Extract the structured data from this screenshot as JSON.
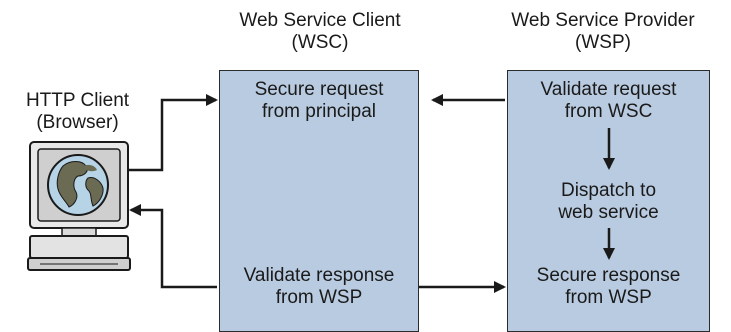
{
  "nodes": {
    "http_client": {
      "title": "HTTP Client\n(Browser)"
    },
    "wsc": {
      "title": "Web Service Client\n(WSC)",
      "step_top": "Secure request\nfrom principal",
      "step_bottom": "Validate response\nfrom WSP"
    },
    "wsp": {
      "title": "Web Service Provider\n(WSP)",
      "step_1": "Validate request\nfrom WSC",
      "step_2": "Dispatch to\nweb service",
      "step_3": "Secure response\nfrom WSP"
    }
  },
  "icons": {
    "client": "computer-globe-icon"
  },
  "colors": {
    "box_fill": "#b9cbe0",
    "stroke": "#1a1a1a",
    "globe_ocean": "#b7d3e6",
    "globe_land": "#6b6a52"
  }
}
